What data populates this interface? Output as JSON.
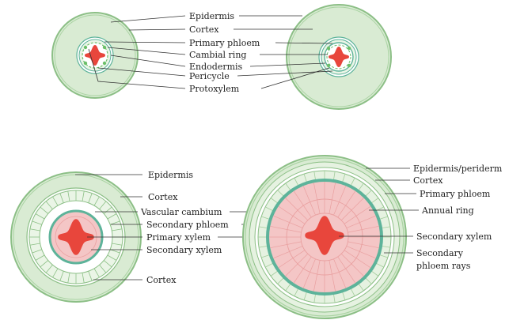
{
  "colors": {
    "cortex_fill": "#d9ebd3",
    "cortex_edge": "#8cbf86",
    "ring_teal": "#5db39a",
    "xylem_pink": "#f4c6c6",
    "xylem_core": "#e8463c",
    "line": "#333333"
  },
  "diagram1": {
    "labels": {
      "epidermis": "Epidermis",
      "cortex": "Cortex",
      "primary_phloem": "Primary phloem",
      "cambial_ring": "Cambial ring",
      "endodermis": "Endodermis",
      "pericycle": "Pericycle",
      "protoxylem": "Protoxylem"
    }
  },
  "diagram3": {
    "labels": {
      "epidermis": "Epidermis",
      "cortex_top": "Cortex",
      "vascular_cambium": "Vascular cambium",
      "secondary_phloem": "Secondary phloem",
      "primary_xylem": "Primary xylem",
      "secondary_xylem": "Secondary xylem",
      "cortex_bottom": "Cortex"
    }
  },
  "diagram4": {
    "labels": {
      "epidermis_periderm": "Epidermis/periderm",
      "cortex": "Cortex",
      "primary_phloem": "Primary phloem",
      "annual_ring": "Annual ring",
      "secondary_xylem": "Secondary xylem",
      "secondary_phloem_rays_1": "Secondary",
      "secondary_phloem_rays_2": "phloem rays"
    }
  }
}
